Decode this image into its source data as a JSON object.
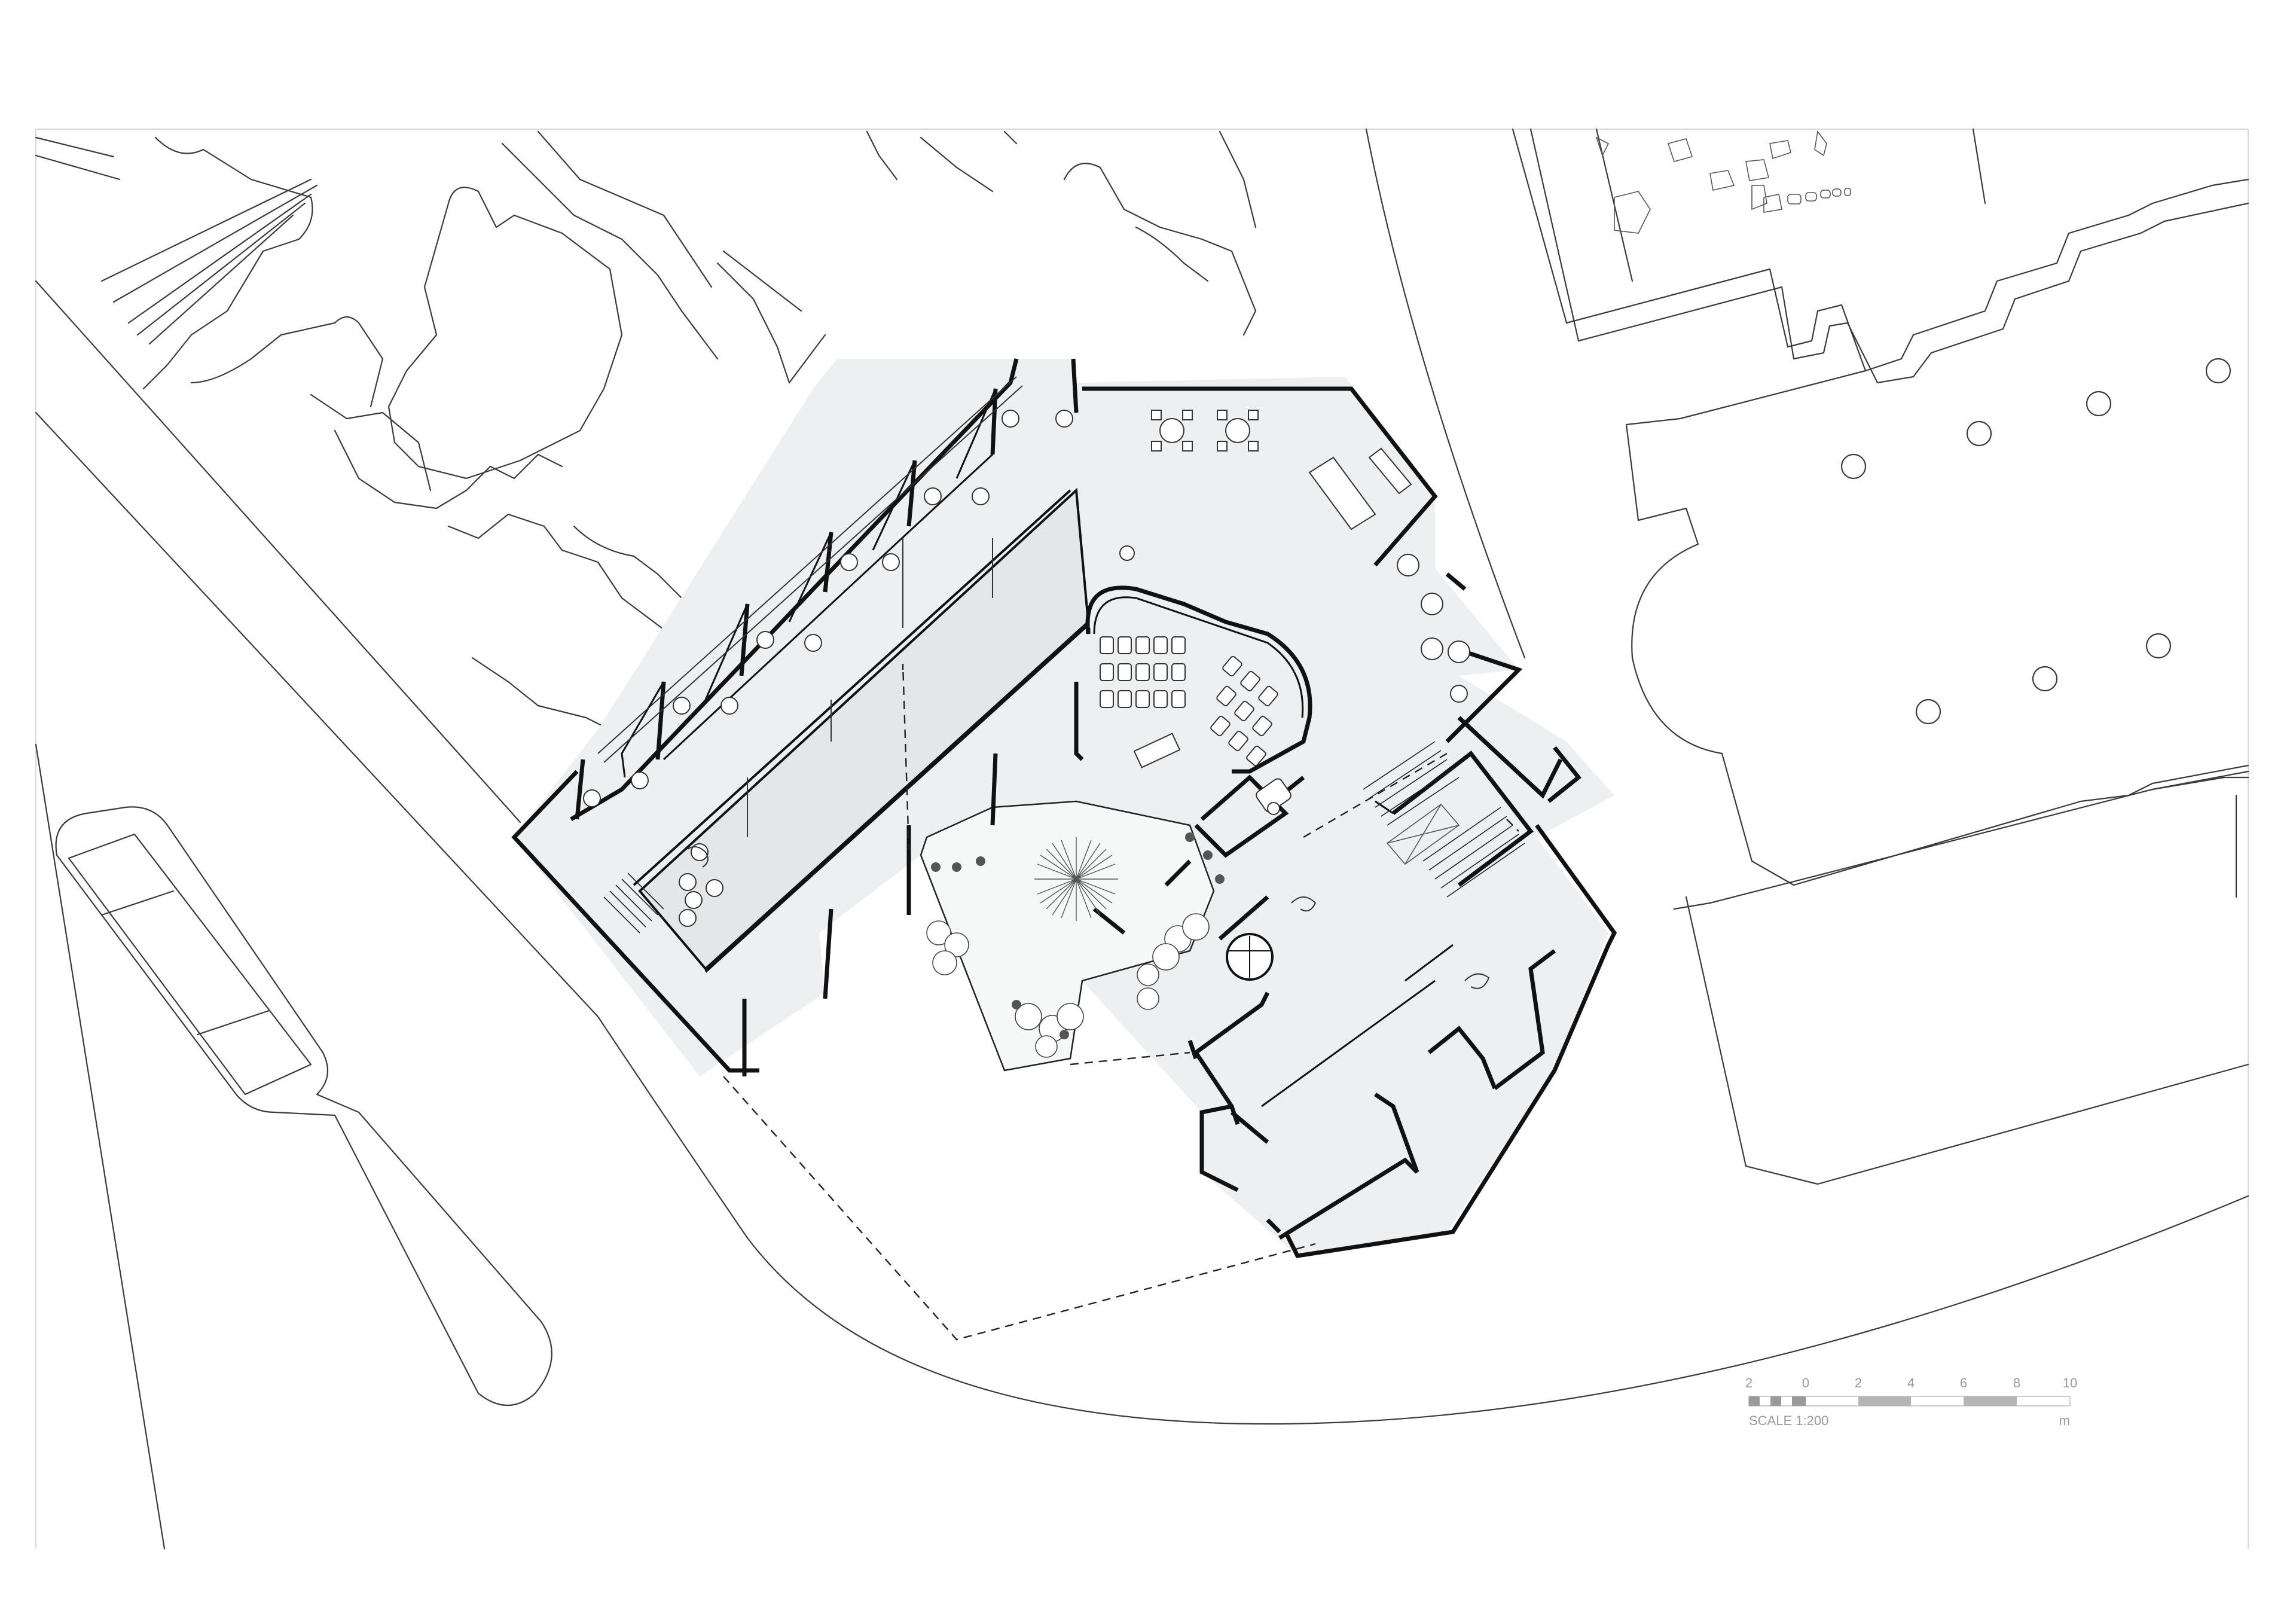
{
  "scale_bar": {
    "ticks": [
      "2",
      "0",
      "2",
      "4",
      "6",
      "8",
      "10"
    ],
    "label": "SCALE 1:200",
    "unit": "m"
  }
}
